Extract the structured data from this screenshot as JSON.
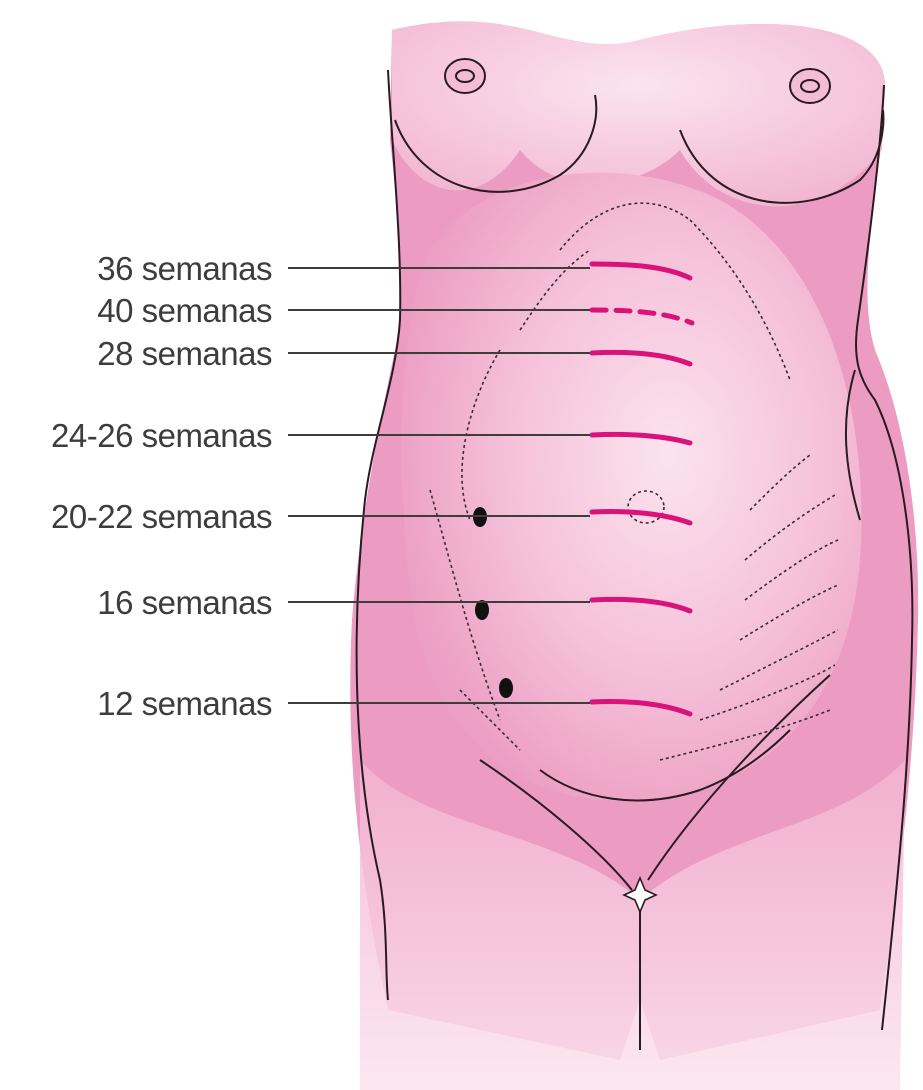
{
  "labels": [
    {
      "id": "36",
      "text": "36 semanas"
    },
    {
      "id": "40",
      "text": "40 semanas"
    },
    {
      "id": "28",
      "text": "28 semanas"
    },
    {
      "id": "24-26",
      "text": "24-26 semanas"
    },
    {
      "id": "20-22",
      "text": "20-22 semanas"
    },
    {
      "id": "16",
      "text": "16 semanas"
    },
    {
      "id": "12",
      "text": "12 semanas"
    }
  ],
  "colors": {
    "skin": "#f0a6c8",
    "skin_light": "#f8d2e3",
    "skin_dark": "#e58ab4",
    "outline": "#2a1a22",
    "marker": "#d9137a",
    "leader": "#3d3d3d"
  }
}
